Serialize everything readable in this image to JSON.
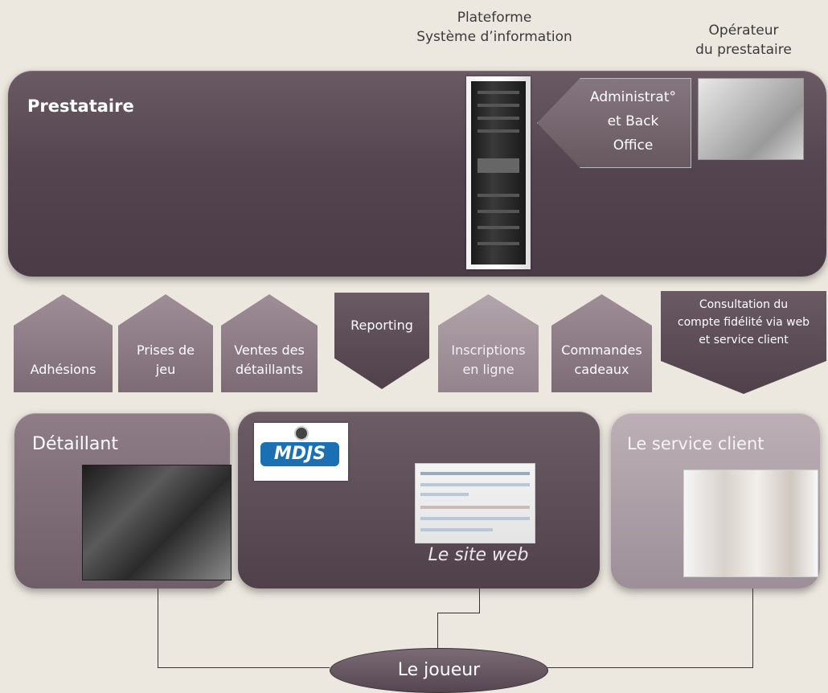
{
  "header": {
    "platform_line1": "Plateforme",
    "platform_line2": "Système d’information",
    "operator_line1": "Opérateur",
    "operator_line2": "du prestataire"
  },
  "prestataire": {
    "title": "Prestataire",
    "admin_line1": "Administrat°",
    "admin_line2": "et Back",
    "admin_line3": "Office"
  },
  "flows": [
    {
      "label_line1": "",
      "label_line2": "Adhésions",
      "direction": "up"
    },
    {
      "label_line1": "Prises de",
      "label_line2": "jeu",
      "direction": "up"
    },
    {
      "label_line1": "Ventes des",
      "label_line2": "détaillants",
      "direction": "up"
    },
    {
      "label_line1": "Reporting",
      "label_line2": "",
      "direction": "down"
    },
    {
      "label_line1": "Inscriptions",
      "label_line2": "en ligne",
      "direction": "up"
    },
    {
      "label_line1": "Commandes",
      "label_line2": "cadeaux",
      "direction": "up"
    },
    {
      "label_line1": "Consultation du",
      "label_line2": "compte fidélité via web",
      "label_line3": "et service client",
      "direction": "down"
    }
  ],
  "boxes": {
    "detaillant": {
      "title": "Détaillant"
    },
    "website": {
      "logo": "MDJS",
      "site_label": "Le site web"
    },
    "service": {
      "title": "Le  service client"
    }
  },
  "player": {
    "label": "Le joueur"
  },
  "colors": {
    "dark_plum": "#544550",
    "mid_plum": "#7c6b75",
    "light_plum": "#9d8f97",
    "background": "#ece8df"
  }
}
